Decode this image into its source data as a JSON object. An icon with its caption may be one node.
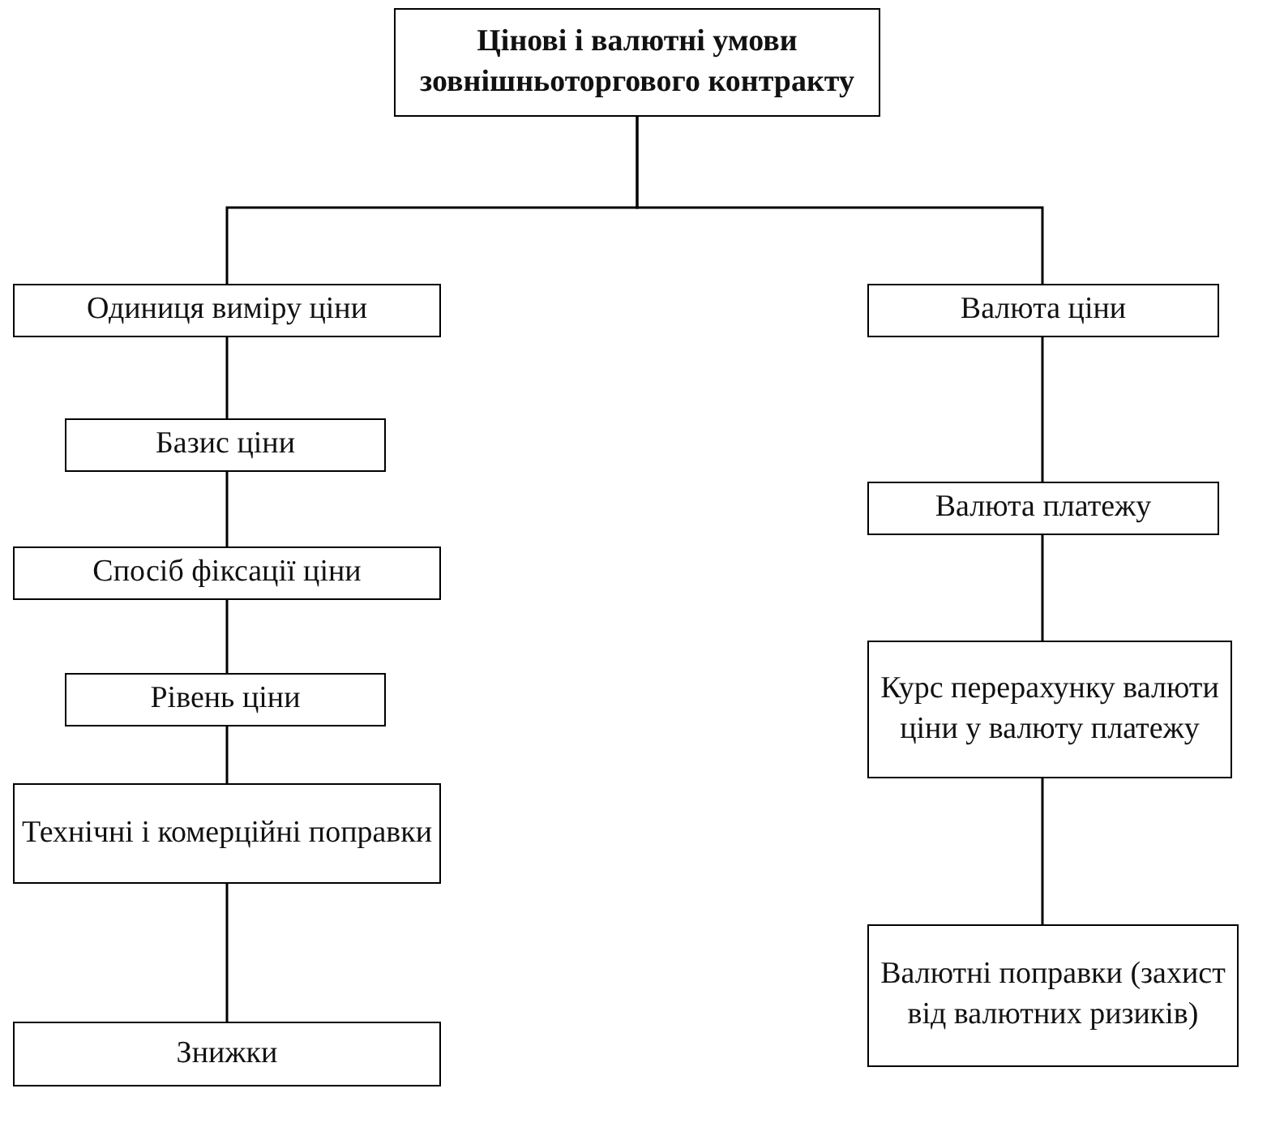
{
  "diagram": {
    "nodes": [
      {
        "text": [
          "Цінові і валютні умови зовнішньоторгового контракту"
        ]
      },
      {
        "text": [
          "Одиниця виміру ціни"
        ]
      },
      {
        "text": [
          "Базис ціни"
        ]
      },
      {
        "text": [
          "Спосіб фіксації ціни"
        ]
      },
      {
        "text": [
          "Рівень ціни"
        ]
      },
      {
        "text": [
          "Технічні і комерційні поправки"
        ]
      },
      {
        "text": [
          "Знижки"
        ]
      },
      {
        "text": [
          "Валюта ціни"
        ]
      },
      {
        "text": [
          "Валюта платежу"
        ]
      },
      {
        "text": [
          "Курс перерахунку валюти ціни у валюту платежу"
        ]
      },
      {
        "text": [
          "Валютні поправки (захист від валютних ризиків)"
        ]
      }
    ],
    "edges": [
      {
        "from": 0,
        "to": 1,
        "arrow": "none"
      },
      {
        "from": 0,
        "to": 7,
        "arrow": "none"
      },
      {
        "from": 1,
        "to": 2,
        "arrow": "none"
      },
      {
        "from": 2,
        "to": 3,
        "arrow": "none"
      },
      {
        "from": 3,
        "to": 4,
        "arrow": "none"
      },
      {
        "from": 4,
        "to": 5,
        "arrow": "none"
      },
      {
        "from": 5,
        "to": 6,
        "arrow": "none"
      },
      {
        "from": 7,
        "to": 8,
        "arrow": "none"
      },
      {
        "from": 8,
        "to": 9,
        "arrow": "none"
      },
      {
        "from": 9,
        "to": 10,
        "arrow": "none"
      }
    ]
  }
}
